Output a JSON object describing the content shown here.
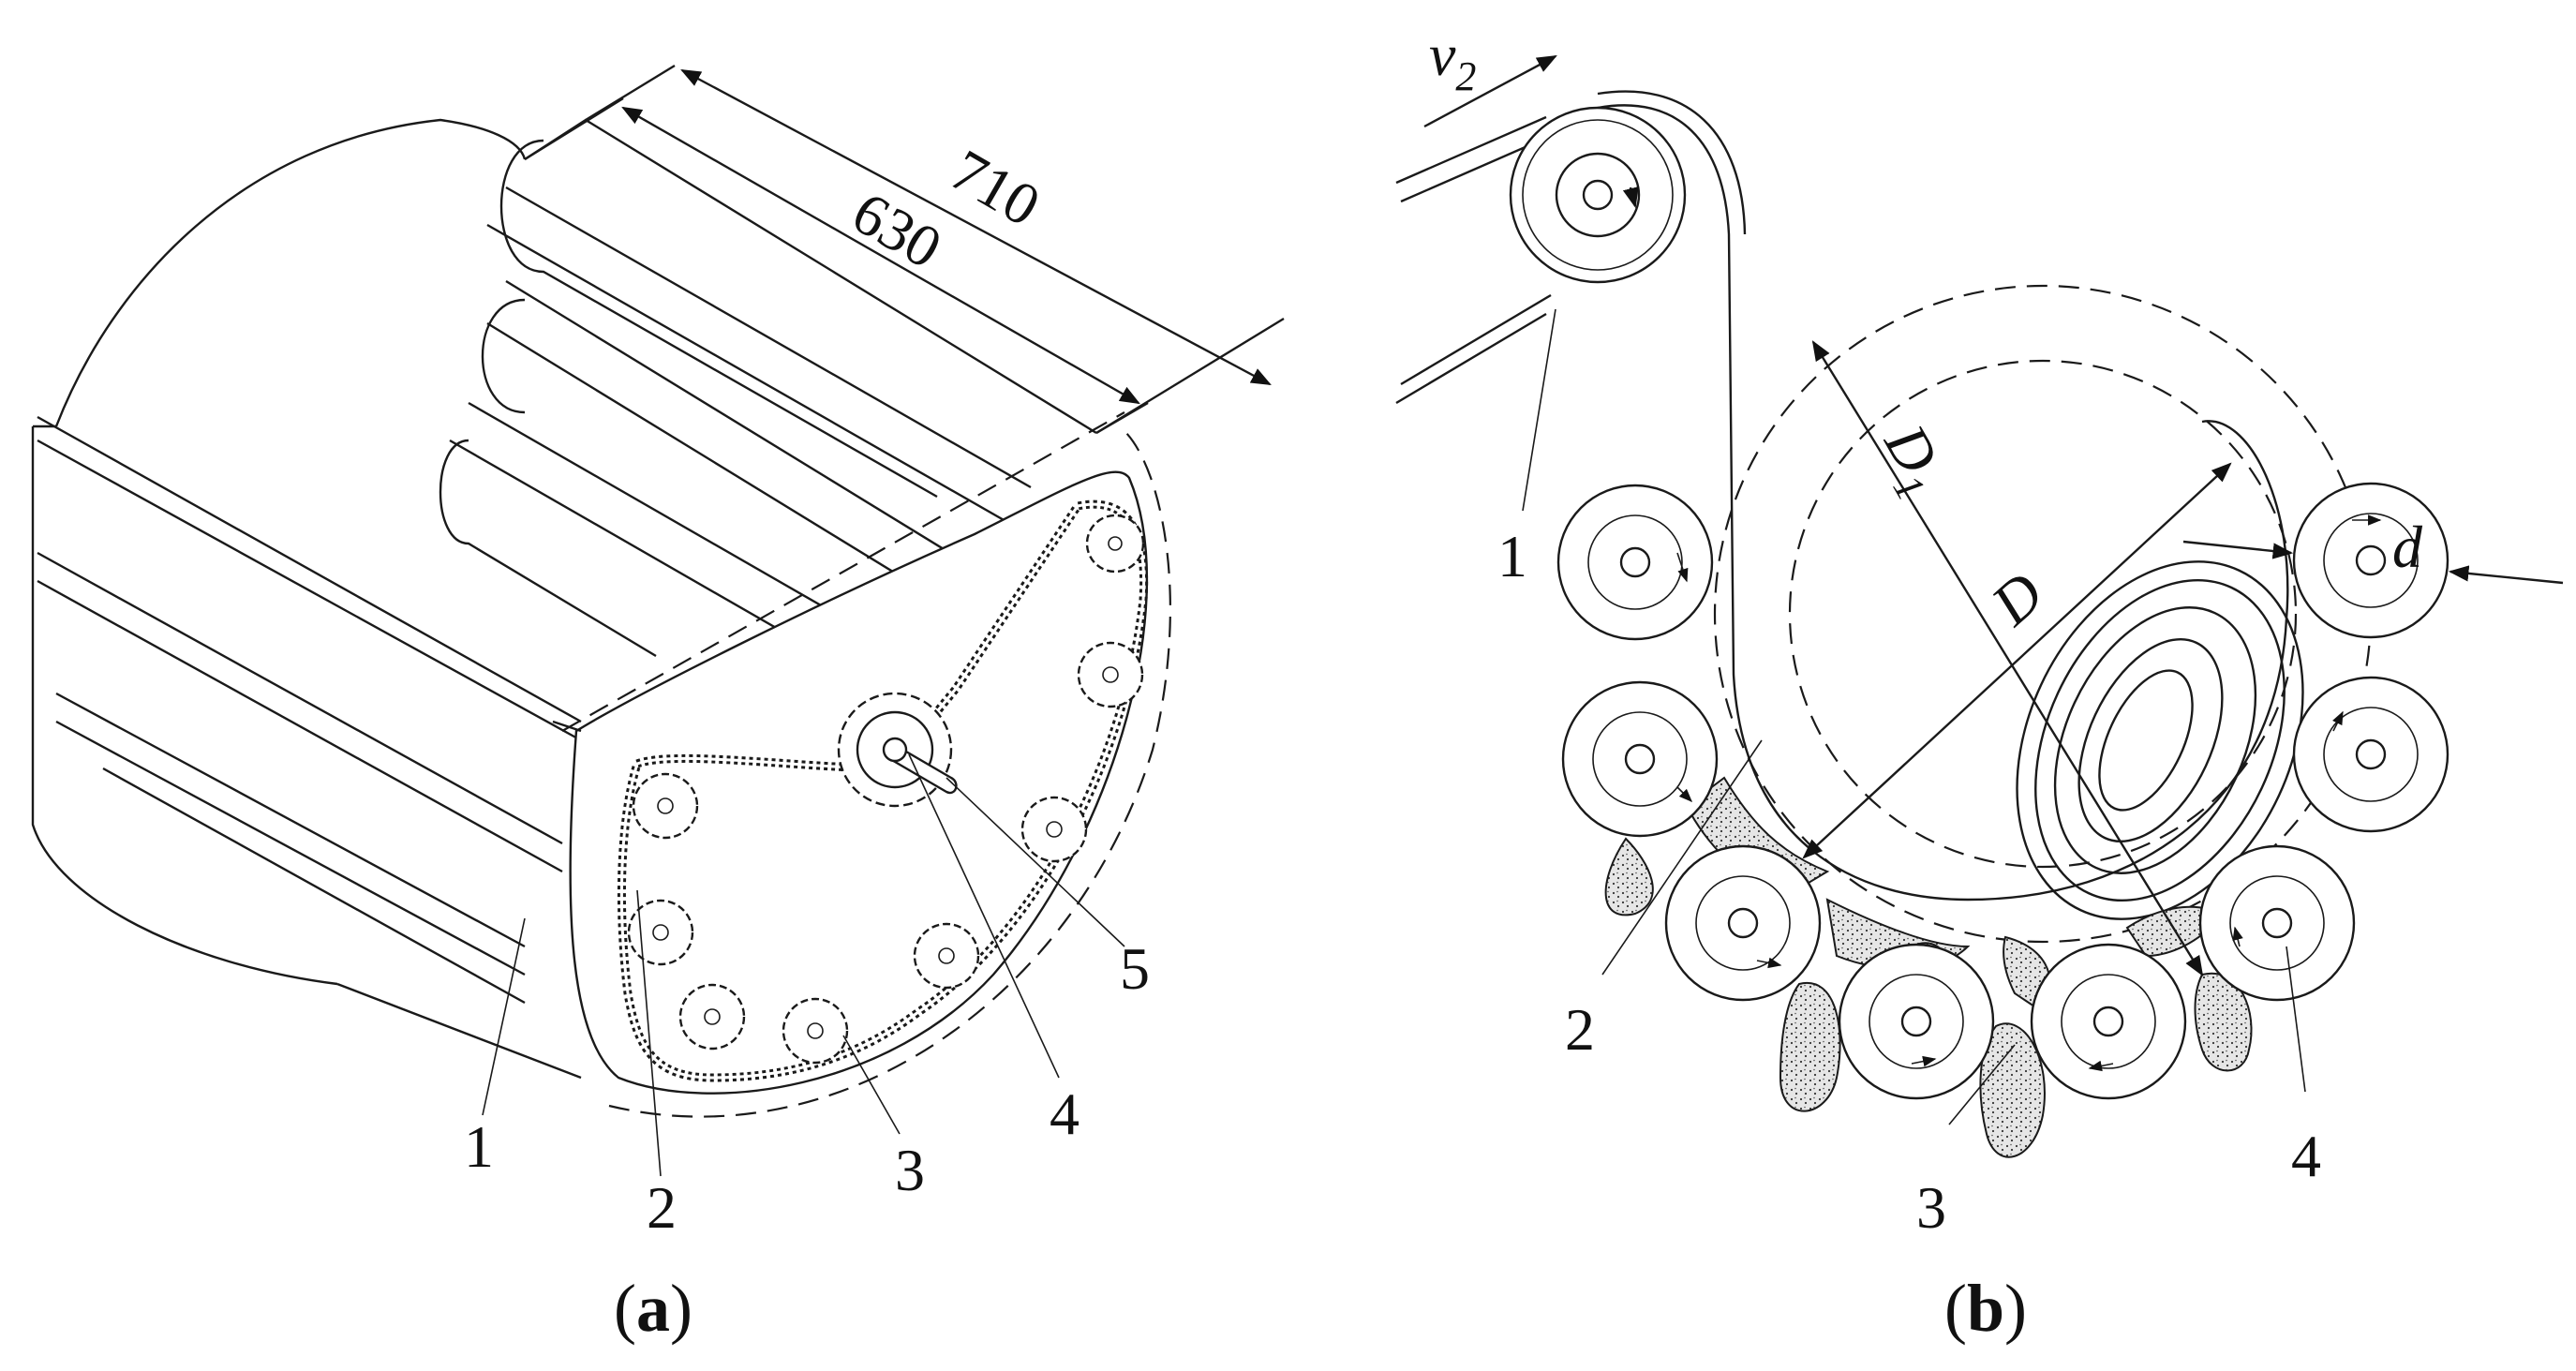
{
  "panel_a": {
    "dimensions": {
      "overall": "710",
      "inner": "630"
    },
    "labels": [
      "1",
      "2",
      "3",
      "4",
      "5"
    ],
    "caption": {
      "open": "(",
      "letter": "a",
      "close": ")"
    }
  },
  "panel_b": {
    "velocity": {
      "symbol": "v",
      "subscript": "2"
    },
    "diameters": {
      "outer": {
        "symbol": "D",
        "subscript": "1"
      },
      "inner": {
        "symbol": "D"
      },
      "roller": {
        "symbol": "d"
      }
    },
    "labels": [
      "1",
      "2",
      "3",
      "4"
    ],
    "caption": {
      "open": "(",
      "letter": "b",
      "close": ")"
    }
  }
}
